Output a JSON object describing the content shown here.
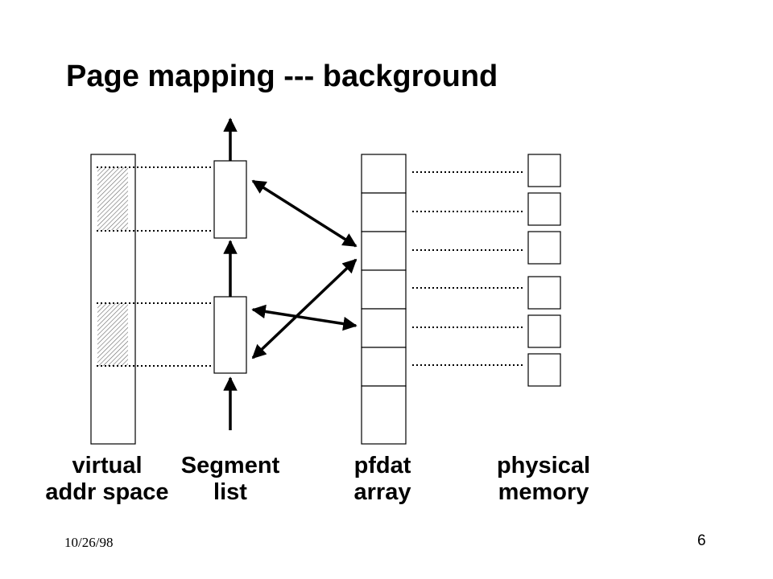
{
  "title": "Page mapping --- background",
  "labels": {
    "virtual": [
      "virtual",
      "addr space"
    ],
    "segment": [
      "Segment",
      "list"
    ],
    "pfdat": [
      "pfdat",
      "array"
    ],
    "physical": [
      "physical",
      "memory"
    ]
  },
  "footer": {
    "date": "10/26/98",
    "page": "6"
  }
}
